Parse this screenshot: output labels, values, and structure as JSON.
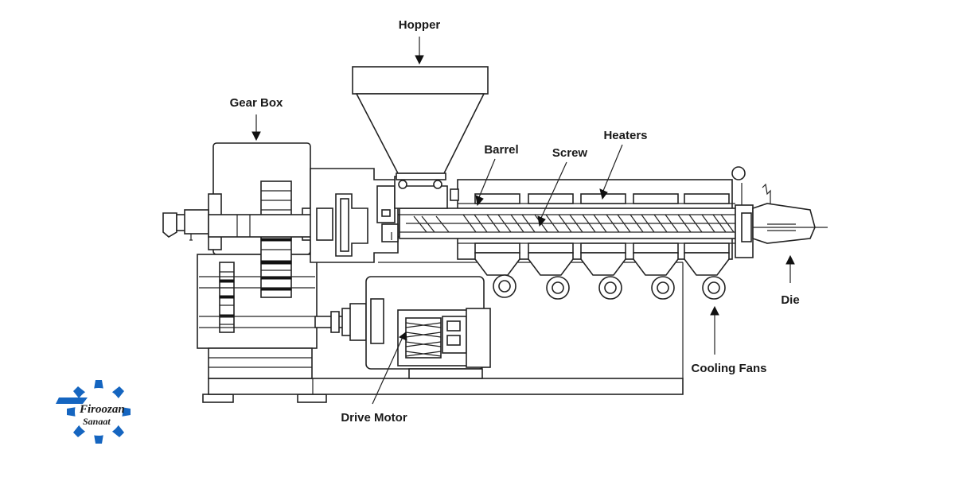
{
  "labels": {
    "hopper": "Hopper",
    "gear_box": "Gear Box",
    "barrel": "Barrel",
    "screw": "Screw",
    "heaters": "Heaters",
    "die": "Die",
    "cooling_fans": "Cooling Fans",
    "drive_motor": "Drive Motor"
  },
  "logo": {
    "line1": "Firoozan",
    "line2": "Sanaat",
    "color": "#1565c0"
  },
  "colors": {
    "line": "#222222",
    "label": "#1a1a1a"
  }
}
